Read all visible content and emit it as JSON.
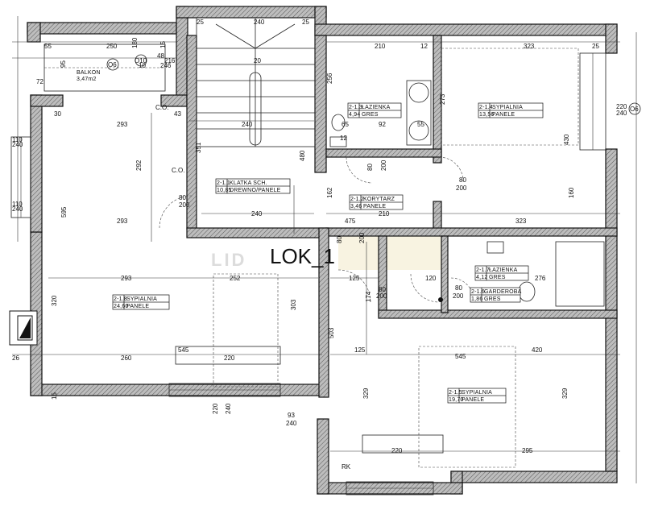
{
  "title": "LOK_1",
  "watermark": "LID",
  "rooms": [
    {
      "id": "balkon",
      "code": "",
      "name": "BALKON",
      "area": "3,47m2",
      "floor": ""
    },
    {
      "id": "klatka",
      "code": "2-1.1",
      "name": "KLATKA SCH.",
      "area": "10,85",
      "floor": "DREWNO/PANELE"
    },
    {
      "id": "korytarz",
      "code": "2-1.2",
      "name": "KORYTARZ",
      "area": "3,46",
      "floor": "PANELE"
    },
    {
      "id": "lazienka1",
      "code": "2-1.3",
      "name": "ŁAZIENKA",
      "area": "4,94",
      "floor": "GRES"
    },
    {
      "id": "sypialnia4",
      "code": "2-1.4",
      "name": "SYPIALNIA",
      "area": "13,56",
      "floor": "PANELE"
    },
    {
      "id": "sypialnia8",
      "code": "2-1.8",
      "name": "SYPIALNIA",
      "area": "24,60",
      "floor": "PANELE"
    },
    {
      "id": "lazienka7",
      "code": "2-1.7",
      "name": "ŁAZIENKA",
      "area": "4,12",
      "floor": "GRES"
    },
    {
      "id": "garderoba",
      "code": "2-1.6",
      "name": "GARDEROBA",
      "area": "1,86",
      "floor": "GRES"
    },
    {
      "id": "sypialnia5",
      "code": "2-1.5",
      "name": "SYPIALNIA",
      "area": "19,70",
      "floor": "PANELE"
    }
  ],
  "marks": {
    "co1": "C.O.",
    "co2": "C.O.",
    "rk": "RK",
    "o6a": "O6",
    "o6b": "O6",
    "o10": "O10"
  },
  "dimensions": [
    {
      "id": "d55",
      "text": "55"
    },
    {
      "id": "d250",
      "text": "250"
    },
    {
      "id": "d180",
      "text": "180"
    },
    {
      "id": "d15a",
      "text": "15"
    },
    {
      "id": "d25a",
      "text": "25"
    },
    {
      "id": "d240a",
      "text": "240"
    },
    {
      "id": "d25b",
      "text": "25"
    },
    {
      "id": "d210a",
      "text": "210"
    },
    {
      "id": "d12a",
      "text": "12"
    },
    {
      "id": "d323a",
      "text": "323"
    },
    {
      "id": "d25c",
      "text": "25"
    },
    {
      "id": "d72",
      "text": "72"
    },
    {
      "id": "d216",
      "text": "216"
    },
    {
      "id": "d48",
      "text": "48"
    },
    {
      "id": "d246",
      "text": "246"
    },
    {
      "id": "d10",
      "text": "10"
    },
    {
      "id": "d20",
      "text": "20"
    },
    {
      "id": "d256",
      "text": "256"
    },
    {
      "id": "d273",
      "text": "273"
    },
    {
      "id": "d293a",
      "text": "293"
    },
    {
      "id": "d43",
      "text": "43"
    },
    {
      "id": "d240b",
      "text": "240"
    },
    {
      "id": "d92",
      "text": "92"
    },
    {
      "id": "d65",
      "text": "65"
    },
    {
      "id": "d55b",
      "text": "55"
    },
    {
      "id": "d12b",
      "text": "12"
    },
    {
      "id": "d220a",
      "text": "220"
    },
    {
      "id": "d240c",
      "text": "240"
    },
    {
      "id": "d110a",
      "text": "110"
    },
    {
      "id": "d240d",
      "text": "240"
    },
    {
      "id": "d110b",
      "text": "110"
    },
    {
      "id": "d240e",
      "text": "240"
    },
    {
      "id": "d292",
      "text": "292"
    },
    {
      "id": "d351",
      "text": "351"
    },
    {
      "id": "d480",
      "text": "480"
    },
    {
      "id": "d430",
      "text": "430"
    },
    {
      "id": "d80a",
      "text": "80"
    },
    {
      "id": "d200a",
      "text": "200"
    },
    {
      "id": "d80b",
      "text": "80"
    },
    {
      "id": "d200b",
      "text": "200"
    },
    {
      "id": "d162",
      "text": "162"
    },
    {
      "id": "d160",
      "text": "160"
    },
    {
      "id": "d80c",
      "text": "80"
    },
    {
      "id": "d200c",
      "text": "200"
    },
    {
      "id": "d293b",
      "text": "293"
    },
    {
      "id": "d240f",
      "text": "240"
    },
    {
      "id": "d210b",
      "text": "210"
    },
    {
      "id": "d475",
      "text": "475"
    },
    {
      "id": "d323b",
      "text": "323"
    },
    {
      "id": "d595",
      "text": "595"
    },
    {
      "id": "d80d",
      "text": "80"
    },
    {
      "id": "d200d",
      "text": "200"
    },
    {
      "id": "d293c",
      "text": "293"
    },
    {
      "id": "d252",
      "text": "252"
    },
    {
      "id": "d125a",
      "text": "125"
    },
    {
      "id": "d120",
      "text": "120"
    },
    {
      "id": "d276",
      "text": "276"
    },
    {
      "id": "d320",
      "text": "320"
    },
    {
      "id": "d303",
      "text": "303"
    },
    {
      "id": "d174",
      "text": "174"
    },
    {
      "id": "d80e",
      "text": "80"
    },
    {
      "id": "d200e",
      "text": "200"
    },
    {
      "id": "d80f",
      "text": "80"
    },
    {
      "id": "d200f",
      "text": "200"
    },
    {
      "id": "d503",
      "text": "503"
    },
    {
      "id": "d545a",
      "text": "545"
    },
    {
      "id": "d220b",
      "text": "220"
    },
    {
      "id": "d125b",
      "text": "125"
    },
    {
      "id": "d545b",
      "text": "545"
    },
    {
      "id": "d420",
      "text": "420"
    },
    {
      "id": "d260",
      "text": "260"
    },
    {
      "id": "d329a",
      "text": "329"
    },
    {
      "id": "d329b",
      "text": "329"
    },
    {
      "id": "d220c",
      "text": "220"
    },
    {
      "id": "d240g",
      "text": "240"
    },
    {
      "id": "d93",
      "text": "93"
    },
    {
      "id": "d240h",
      "text": "240"
    },
    {
      "id": "d220d",
      "text": "220"
    },
    {
      "id": "d295",
      "text": "295"
    },
    {
      "id": "d26",
      "text": "26"
    },
    {
      "id": "d15b",
      "text": "15"
    },
    {
      "id": "d95",
      "text": "95"
    },
    {
      "id": "d30",
      "text": "30"
    }
  ]
}
